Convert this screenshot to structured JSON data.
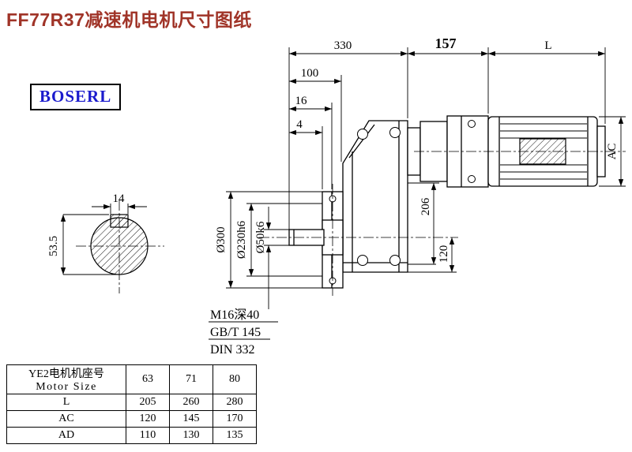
{
  "page": {
    "title": "FF77R37减速机电机尺寸图纸",
    "brand": "BOSERL",
    "colors": {
      "title_red": "#A03428",
      "brand_blue": "#1B1BCD",
      "line": "#000000"
    }
  },
  "drawing": {
    "dim_330": "330",
    "dim_157": "157",
    "dim_L": "L",
    "dim_100": "100",
    "dim_16": "16",
    "dim_4": "4",
    "dim_14": "14",
    "dim_53_5": "53.5",
    "dim_206": "206",
    "dim_120": "120",
    "dim_AC": "AC",
    "dia_300": "Ø300",
    "dia_230": "Ø230h6",
    "dia_50": "Ø50k6",
    "note_1": "M16深40",
    "note_2": "GB/T 145",
    "note_3": "DIN 332"
  },
  "table": {
    "header": {
      "line1": "YE2电机机座号",
      "line2": "Motor Size"
    },
    "sizes": [
      "63",
      "71",
      "80"
    ],
    "rows": [
      {
        "label": "L",
        "values": [
          "205",
          "260",
          "280"
        ]
      },
      {
        "label": "AC",
        "values": [
          "120",
          "145",
          "170"
        ]
      },
      {
        "label": "AD",
        "values": [
          "110",
          "130",
          "135"
        ]
      }
    ]
  }
}
